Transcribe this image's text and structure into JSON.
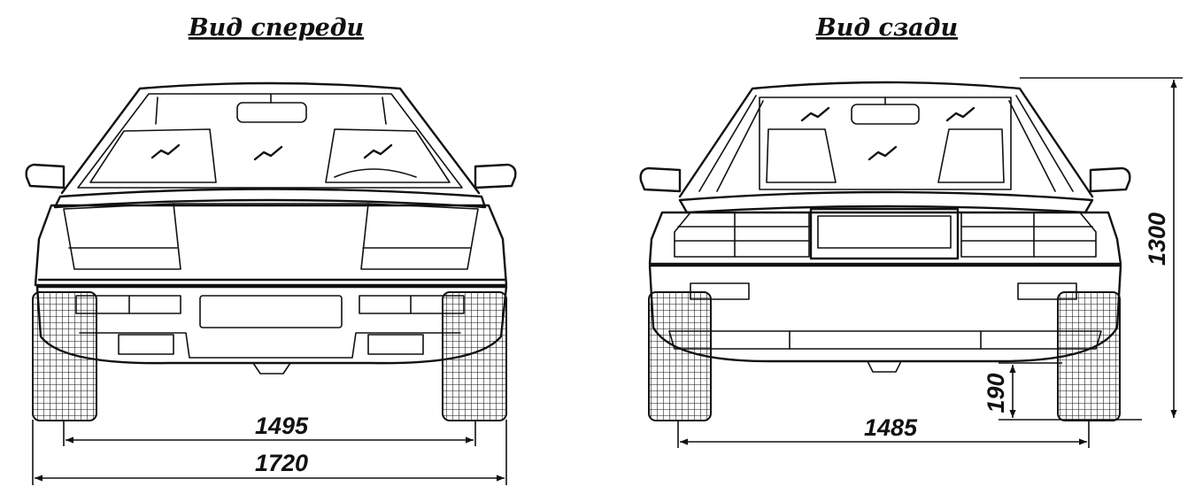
{
  "views": {
    "front": {
      "title": "Вид спереди",
      "dim_track": "1495",
      "dim_width": "1720"
    },
    "rear": {
      "title": "Вид сзади",
      "dim_track": "1485",
      "dim_clearance": "190",
      "dim_height": "1300"
    }
  }
}
